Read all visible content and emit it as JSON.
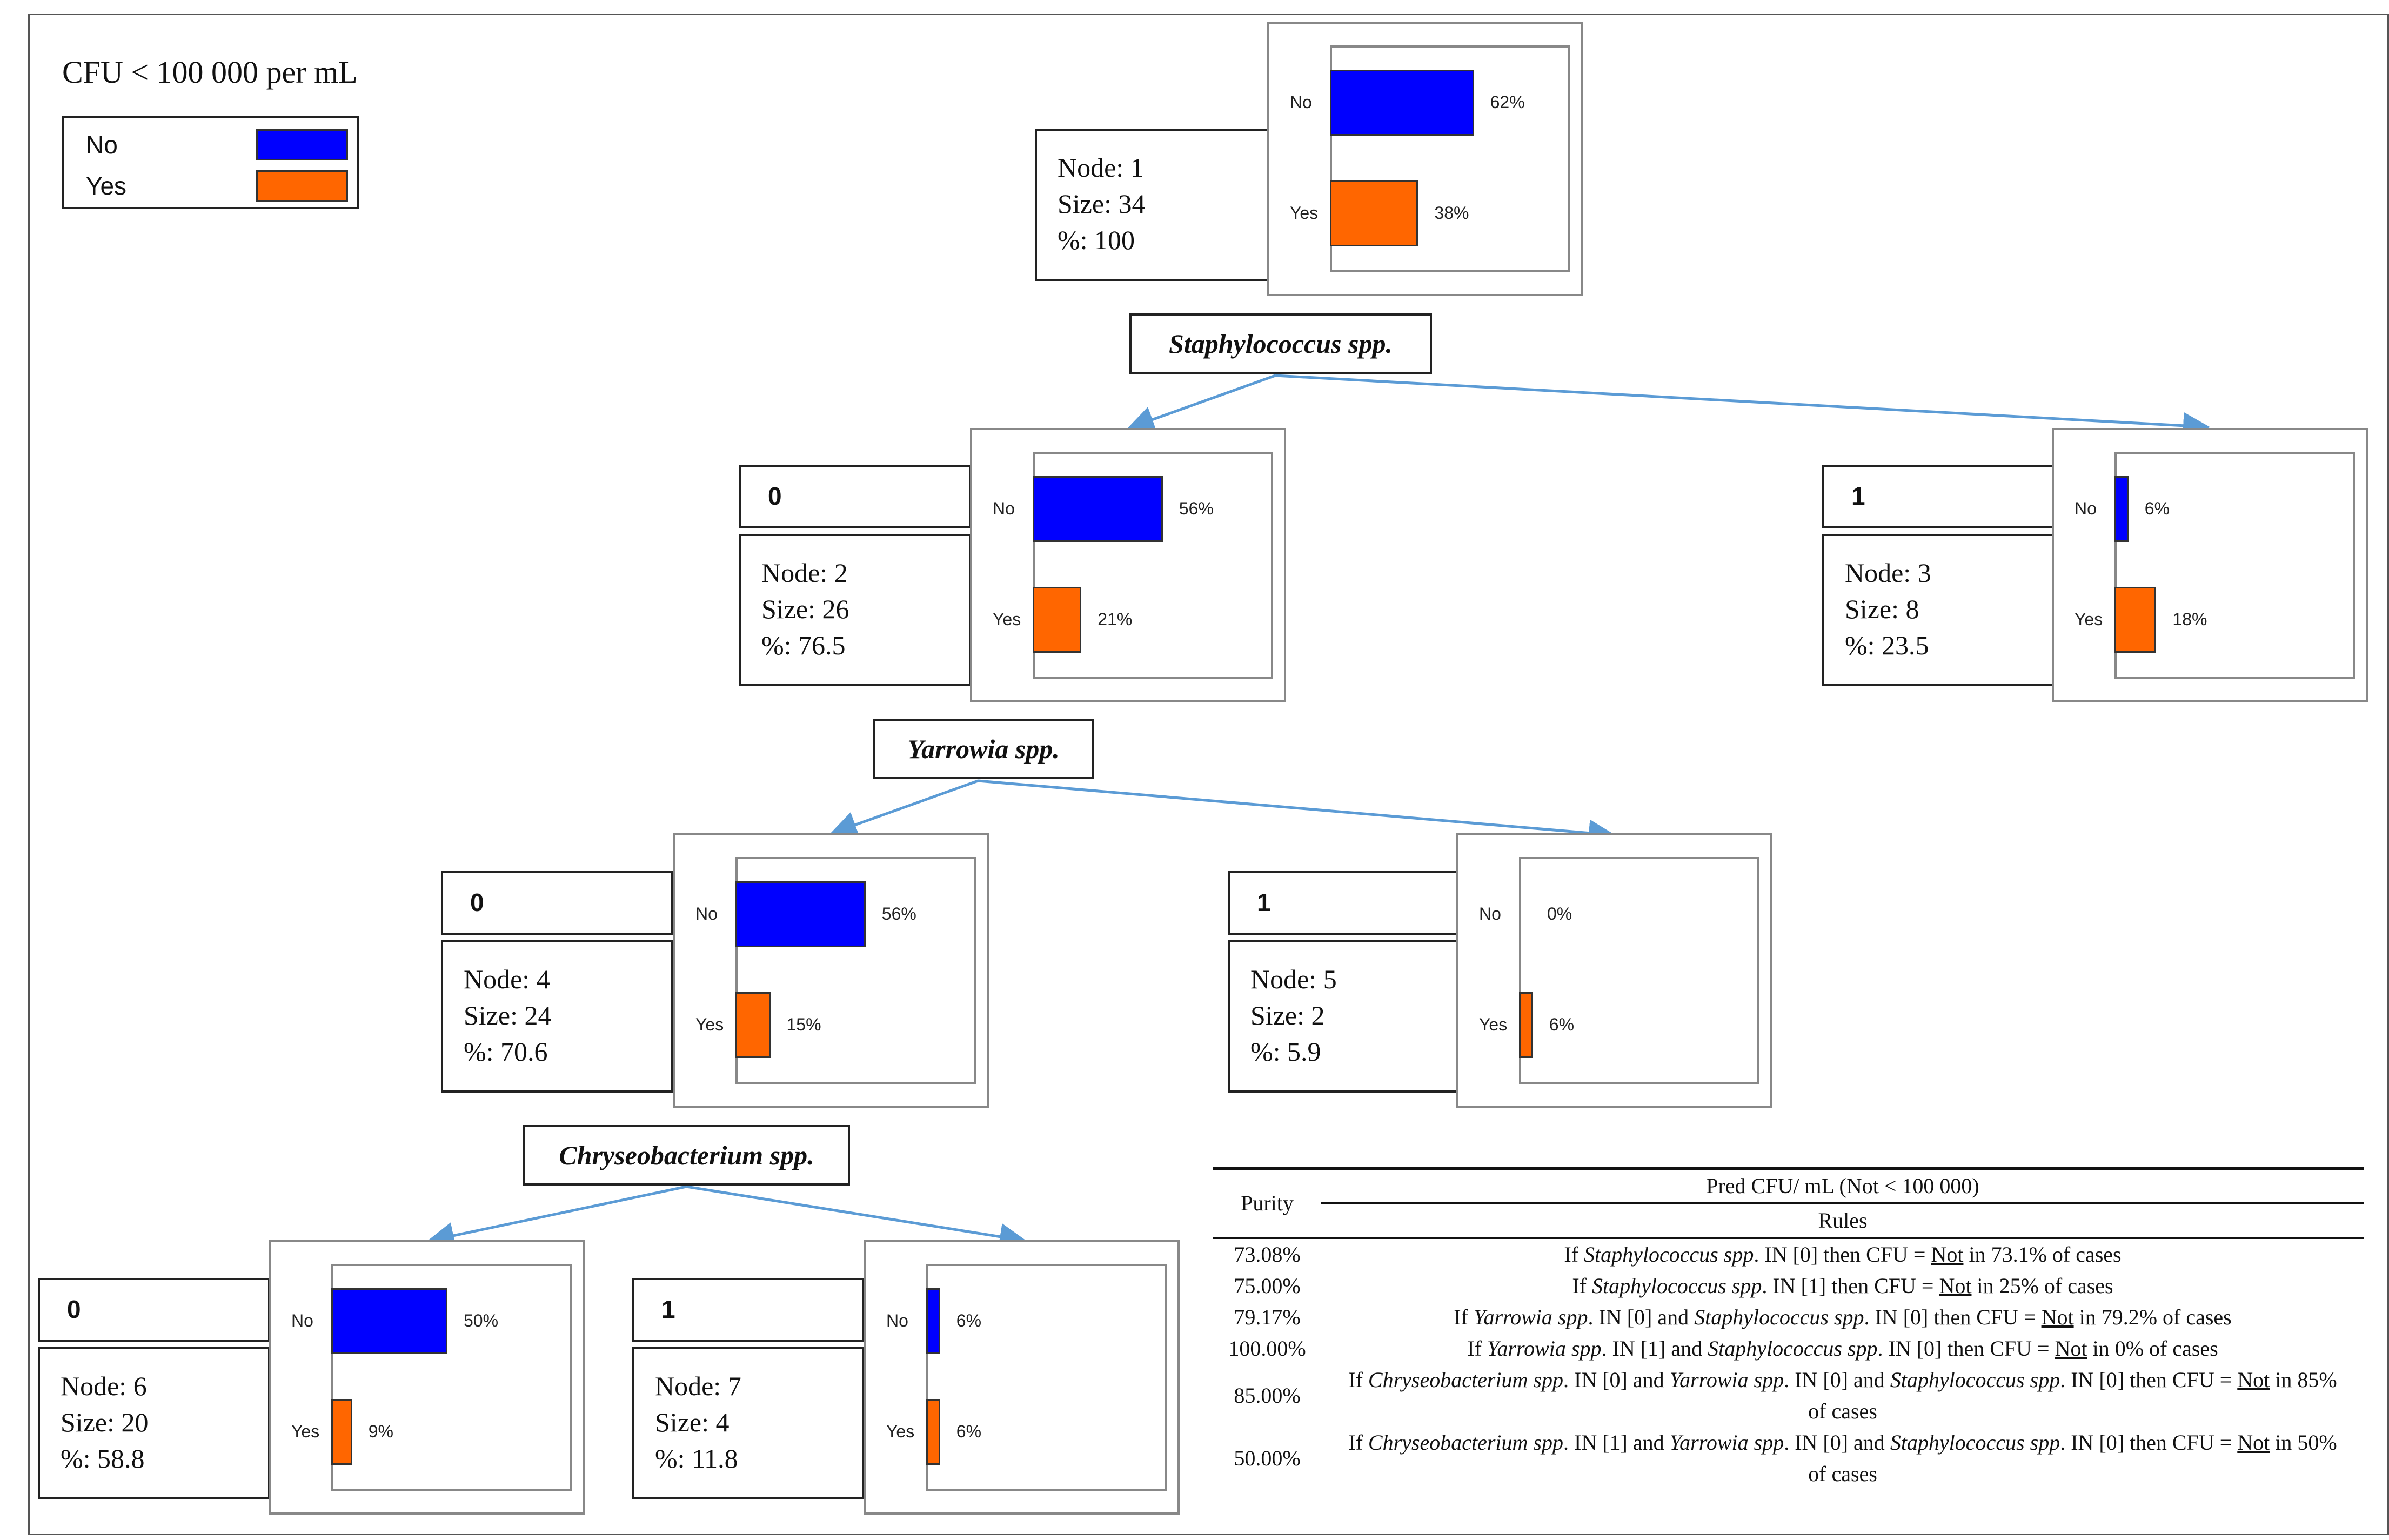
{
  "legend": {
    "title": "CFU < 100 000 per mL",
    "items": [
      {
        "label": "No",
        "color": "#0000ff"
      },
      {
        "label": "Yes",
        "color": "#ff6600"
      }
    ]
  },
  "categories": [
    "No",
    "Yes"
  ],
  "nodes": [
    {
      "id": "node1",
      "node": "Node: 1",
      "size": "Size: 34",
      "pct": "%: 100",
      "no": 62,
      "yes": 38,
      "no_label": "62%",
      "yes_label": "38%"
    },
    {
      "id": "node2",
      "branch": "0",
      "node": "Node: 2",
      "size": "Size: 26",
      "pct": "%: 76.5",
      "no": 56,
      "yes": 21,
      "no_label": "56%",
      "yes_label": "21%"
    },
    {
      "id": "node3",
      "branch": "1",
      "node": "Node: 3",
      "size": "Size: 8",
      "pct": "%: 23.5",
      "no": 6,
      "yes": 18,
      "no_label": "6%",
      "yes_label": "18%"
    },
    {
      "id": "node4",
      "branch": "0",
      "node": "Node: 4",
      "size": "Size: 24",
      "pct": "%: 70.6",
      "no": 56,
      "yes": 15,
      "no_label": "56%",
      "yes_label": "15%"
    },
    {
      "id": "node5",
      "branch": "1",
      "node": "Node: 5",
      "size": "Size: 2",
      "pct": "%: 5.9",
      "no": 0,
      "yes": 6,
      "no_label": "0%",
      "yes_label": "6%"
    },
    {
      "id": "node6",
      "branch": "0",
      "node": "Node: 6",
      "size": "Size: 20",
      "pct": "%: 58.8",
      "no": 50,
      "yes": 9,
      "no_label": "50%",
      "yes_label": "9%"
    },
    {
      "id": "node7",
      "branch": "1",
      "node": "Node: 7",
      "size": "Size: 4",
      "pct": "%: 11.8",
      "no": 6,
      "yes": 6,
      "no_label": "6%",
      "yes_label": "6%"
    }
  ],
  "splits": {
    "staph": "Staphylococcus spp.",
    "yarrowia": "Yarrowia spp.",
    "chryseo": "Chryseobacterium spp."
  },
  "rules_table": {
    "purity_header": "Purity",
    "pred_header": "Pred CFU/ mL (Not < 100 000)",
    "rules_header": "Rules",
    "rows": [
      {
        "purity": "73.08%",
        "parts": [
          [
            "If ",
            ""
          ],
          [
            "Staphylococcus spp",
            "i"
          ],
          [
            ". IN [0] then CFU = ",
            ""
          ],
          [
            "Not",
            "u"
          ],
          [
            " in 73.1% of cases",
            ""
          ]
        ]
      },
      {
        "purity": "75.00%",
        "parts": [
          [
            "If ",
            ""
          ],
          [
            "Staphylococcus spp",
            "i"
          ],
          [
            ". IN [1] then CFU = ",
            ""
          ],
          [
            "Not",
            "u"
          ],
          [
            " in 25% of cases",
            ""
          ]
        ]
      },
      {
        "purity": "79.17%",
        "parts": [
          [
            "If ",
            ""
          ],
          [
            "Yarrowia spp",
            "i"
          ],
          [
            ". IN [0] and ",
            ""
          ],
          [
            "Staphylococcus spp",
            "i"
          ],
          [
            ". IN [0] then CFU = ",
            ""
          ],
          [
            "Not",
            "u"
          ],
          [
            " in 79.2% of cases",
            ""
          ]
        ]
      },
      {
        "purity": "100.00%",
        "parts": [
          [
            "If ",
            ""
          ],
          [
            "Yarrowia spp",
            "i"
          ],
          [
            ". IN [1] and ",
            ""
          ],
          [
            "Staphylococcus spp",
            "i"
          ],
          [
            ". IN [0] then CFU = ",
            ""
          ],
          [
            "Not",
            "u"
          ],
          [
            " in 0% of cases",
            ""
          ]
        ]
      },
      {
        "purity": "85.00%",
        "parts": [
          [
            "If ",
            ""
          ],
          [
            "Chryseobacterium spp",
            "i"
          ],
          [
            ". IN [0] and ",
            ""
          ],
          [
            "Yarrowia spp",
            "i"
          ],
          [
            ". IN [0] and ",
            ""
          ],
          [
            "Staphylococcus spp",
            "i"
          ],
          [
            ". IN [0] then CFU = ",
            ""
          ],
          [
            "Not",
            "u"
          ],
          [
            " in 85% of cases",
            ""
          ]
        ]
      },
      {
        "purity": "50.00%",
        "parts": [
          [
            "If ",
            ""
          ],
          [
            "Chryseobacterium spp",
            "i"
          ],
          [
            ". IN [1] and ",
            ""
          ],
          [
            "Yarrowia spp",
            "i"
          ],
          [
            ". IN [0] and ",
            ""
          ],
          [
            "Staphylococcus spp",
            "i"
          ],
          [
            ". IN [0] then CFU = ",
            ""
          ],
          [
            "Not",
            "u"
          ],
          [
            " in 50% of cases",
            ""
          ]
        ]
      }
    ]
  },
  "chart_data": {
    "type": "bar",
    "categories": [
      "No",
      "Yes"
    ],
    "series": [
      {
        "node": "Node: 1",
        "values": [
          62,
          38
        ]
      },
      {
        "node": "Node: 2",
        "values": [
          56,
          21
        ]
      },
      {
        "node": "Node: 3",
        "values": [
          6,
          18
        ]
      },
      {
        "node": "Node: 4",
        "values": [
          56,
          15
        ]
      },
      {
        "node": "Node: 5",
        "values": [
          0,
          6
        ]
      },
      {
        "node": "Node: 6",
        "values": [
          50,
          9
        ]
      },
      {
        "node": "Node: 7",
        "values": [
          6,
          6
        ]
      }
    ]
  }
}
